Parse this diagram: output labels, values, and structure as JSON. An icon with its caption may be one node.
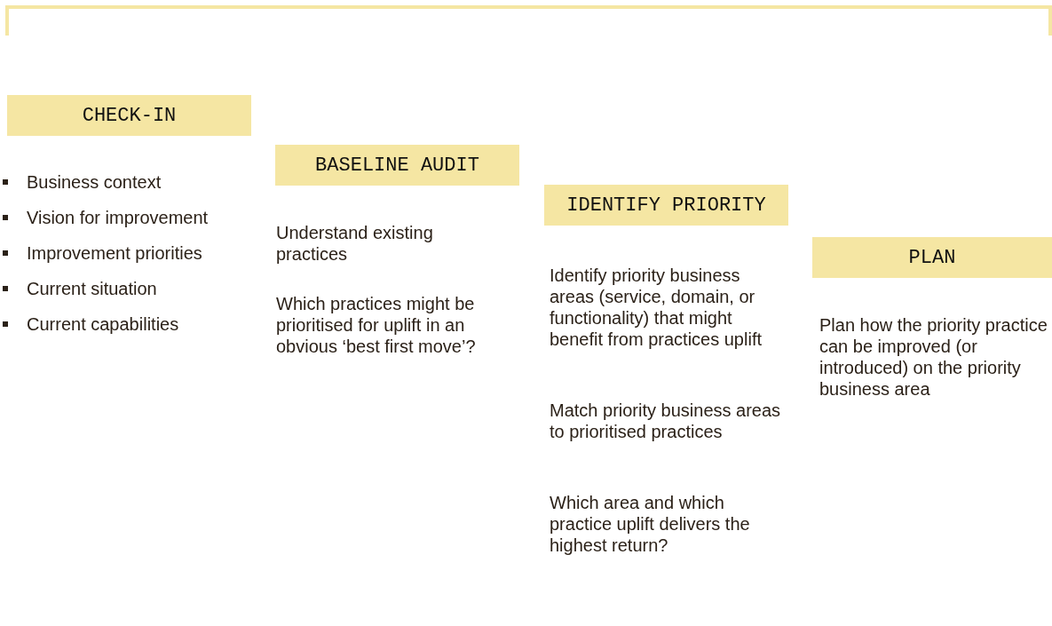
{
  "diagram": {
    "nodes": [
      {
        "text": [
          "CHECK-IN"
        ],
        "beside": [
          "Business context",
          "Vision for improvement",
          "Improvement priorities",
          "Current situation",
          "Current capabilities"
        ]
      },
      {
        "text": [
          "BASELINE AUDIT"
        ],
        "beside": [
          "Understand existing practices",
          "Which practices might be prioritised for uplift in an obvious ‘best first move’?"
        ]
      },
      {
        "text": [
          "IDENTIFY PRIORITY"
        ],
        "beside": [
          "Identify priority business areas (service, domain, or functionality) that might benefit from practices uplift",
          "Match priority business areas to prioritised practices",
          "Which area and which practice uplift delivers the highest return?"
        ]
      },
      {
        "text": [
          "PLAN"
        ],
        "beside": [
          "Plan how the priority practice can be improved (or introduced) on the priority business area"
        ]
      }
    ]
  }
}
